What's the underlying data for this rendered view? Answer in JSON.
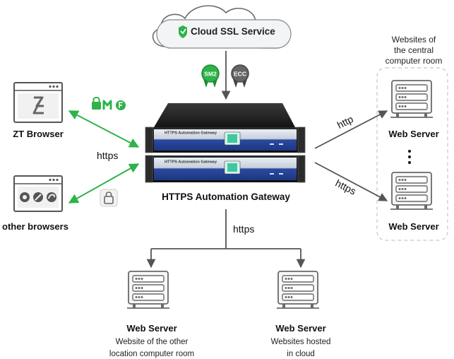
{
  "cloud": {
    "label": "Cloud SSL Service"
  },
  "badges": {
    "sm2": "SM2",
    "ecc": "ECC"
  },
  "central_room": {
    "caption_lines": [
      "Websites of",
      "the central",
      "computer room"
    ]
  },
  "gateway": {
    "label": "HTTPS Automation Gateway",
    "panel_text": "HTTPS Automation Gateway"
  },
  "clients": {
    "zt_browser": "ZT Browser",
    "other_browsers": "other browsers",
    "link_protocol": "https"
  },
  "right_links": {
    "top": "http",
    "bottom": "https"
  },
  "right_servers": {
    "top": "Web Server",
    "bottom": "Web Server"
  },
  "bottom_link": {
    "protocol": "https"
  },
  "bottom_servers": [
    {
      "title": "Web Server",
      "lines": [
        "Website of the other",
        "location computer room"
      ]
    },
    {
      "title": "Web Server",
      "lines": [
        "Websites hosted",
        "in cloud"
      ]
    }
  ],
  "colors": {
    "green": "#2db34a",
    "dark_gray": "#555555",
    "server_outline": "#6a6a6a",
    "gateway_blue": "#2b4aa0"
  },
  "icons": [
    "cloud-icon",
    "shield-icon",
    "badge-icon",
    "lock-icon",
    "browser-icon",
    "server-icon",
    "rack-server-icon"
  ]
}
